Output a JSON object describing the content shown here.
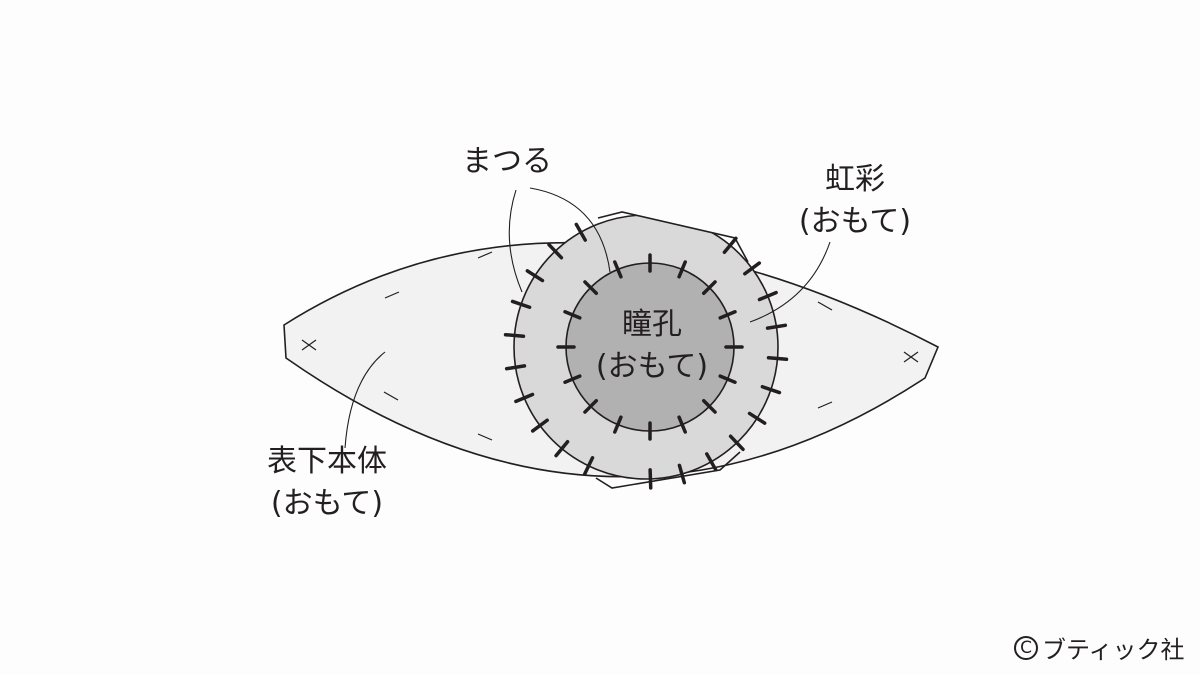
{
  "labels": {
    "matsuru": "まつる",
    "iris": {
      "name": "虹彩",
      "side": "(おもて)"
    },
    "pupil": {
      "name": "瞳孔",
      "side": "(おもて)"
    },
    "body": {
      "name": "表下本体",
      "side": "(おもて)"
    }
  },
  "copyright": {
    "symbol": "C",
    "text": "ブティック社"
  },
  "colors": {
    "eye": "#f2f2f2",
    "iris": "#d9d9da",
    "pupil": "#b1b1b2",
    "line": "#231f20"
  }
}
